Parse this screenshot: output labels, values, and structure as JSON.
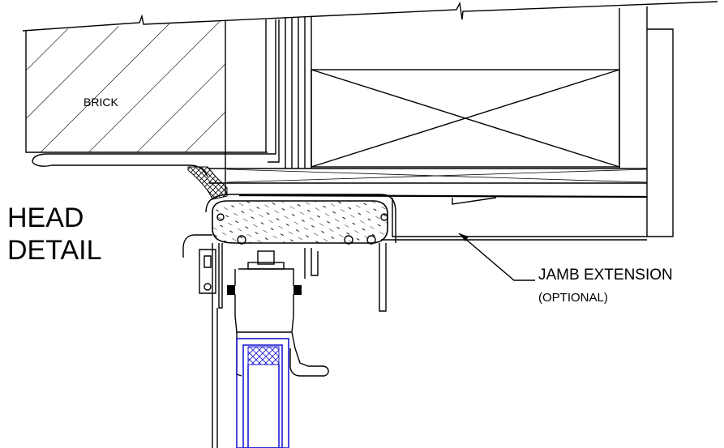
{
  "title": {
    "line1": "HEAD",
    "line2": "DETAIL"
  },
  "labels": {
    "brick": "BRICK",
    "jamb_extension": "JAMB EXTENSION",
    "optional": "(OPTIONAL)"
  }
}
